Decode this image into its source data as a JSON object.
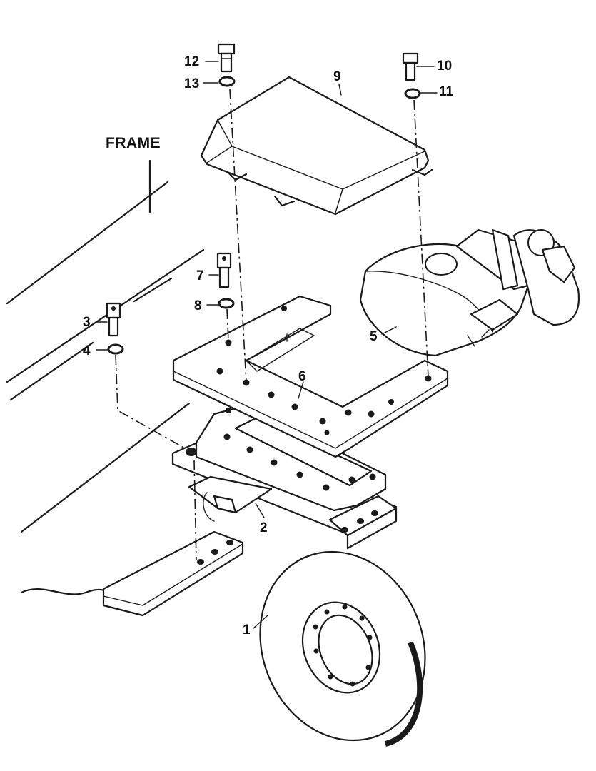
{
  "diagram": {
    "frame_label": "FRAME",
    "callouts": {
      "c1": "1",
      "c2": "2",
      "c3": "3",
      "c4": "4",
      "c5": "5",
      "c6": "6",
      "c7": "7",
      "c8": "8",
      "c9": "9",
      "c10": "10",
      "c11": "11",
      "c12": "12",
      "c13": "13"
    }
  }
}
